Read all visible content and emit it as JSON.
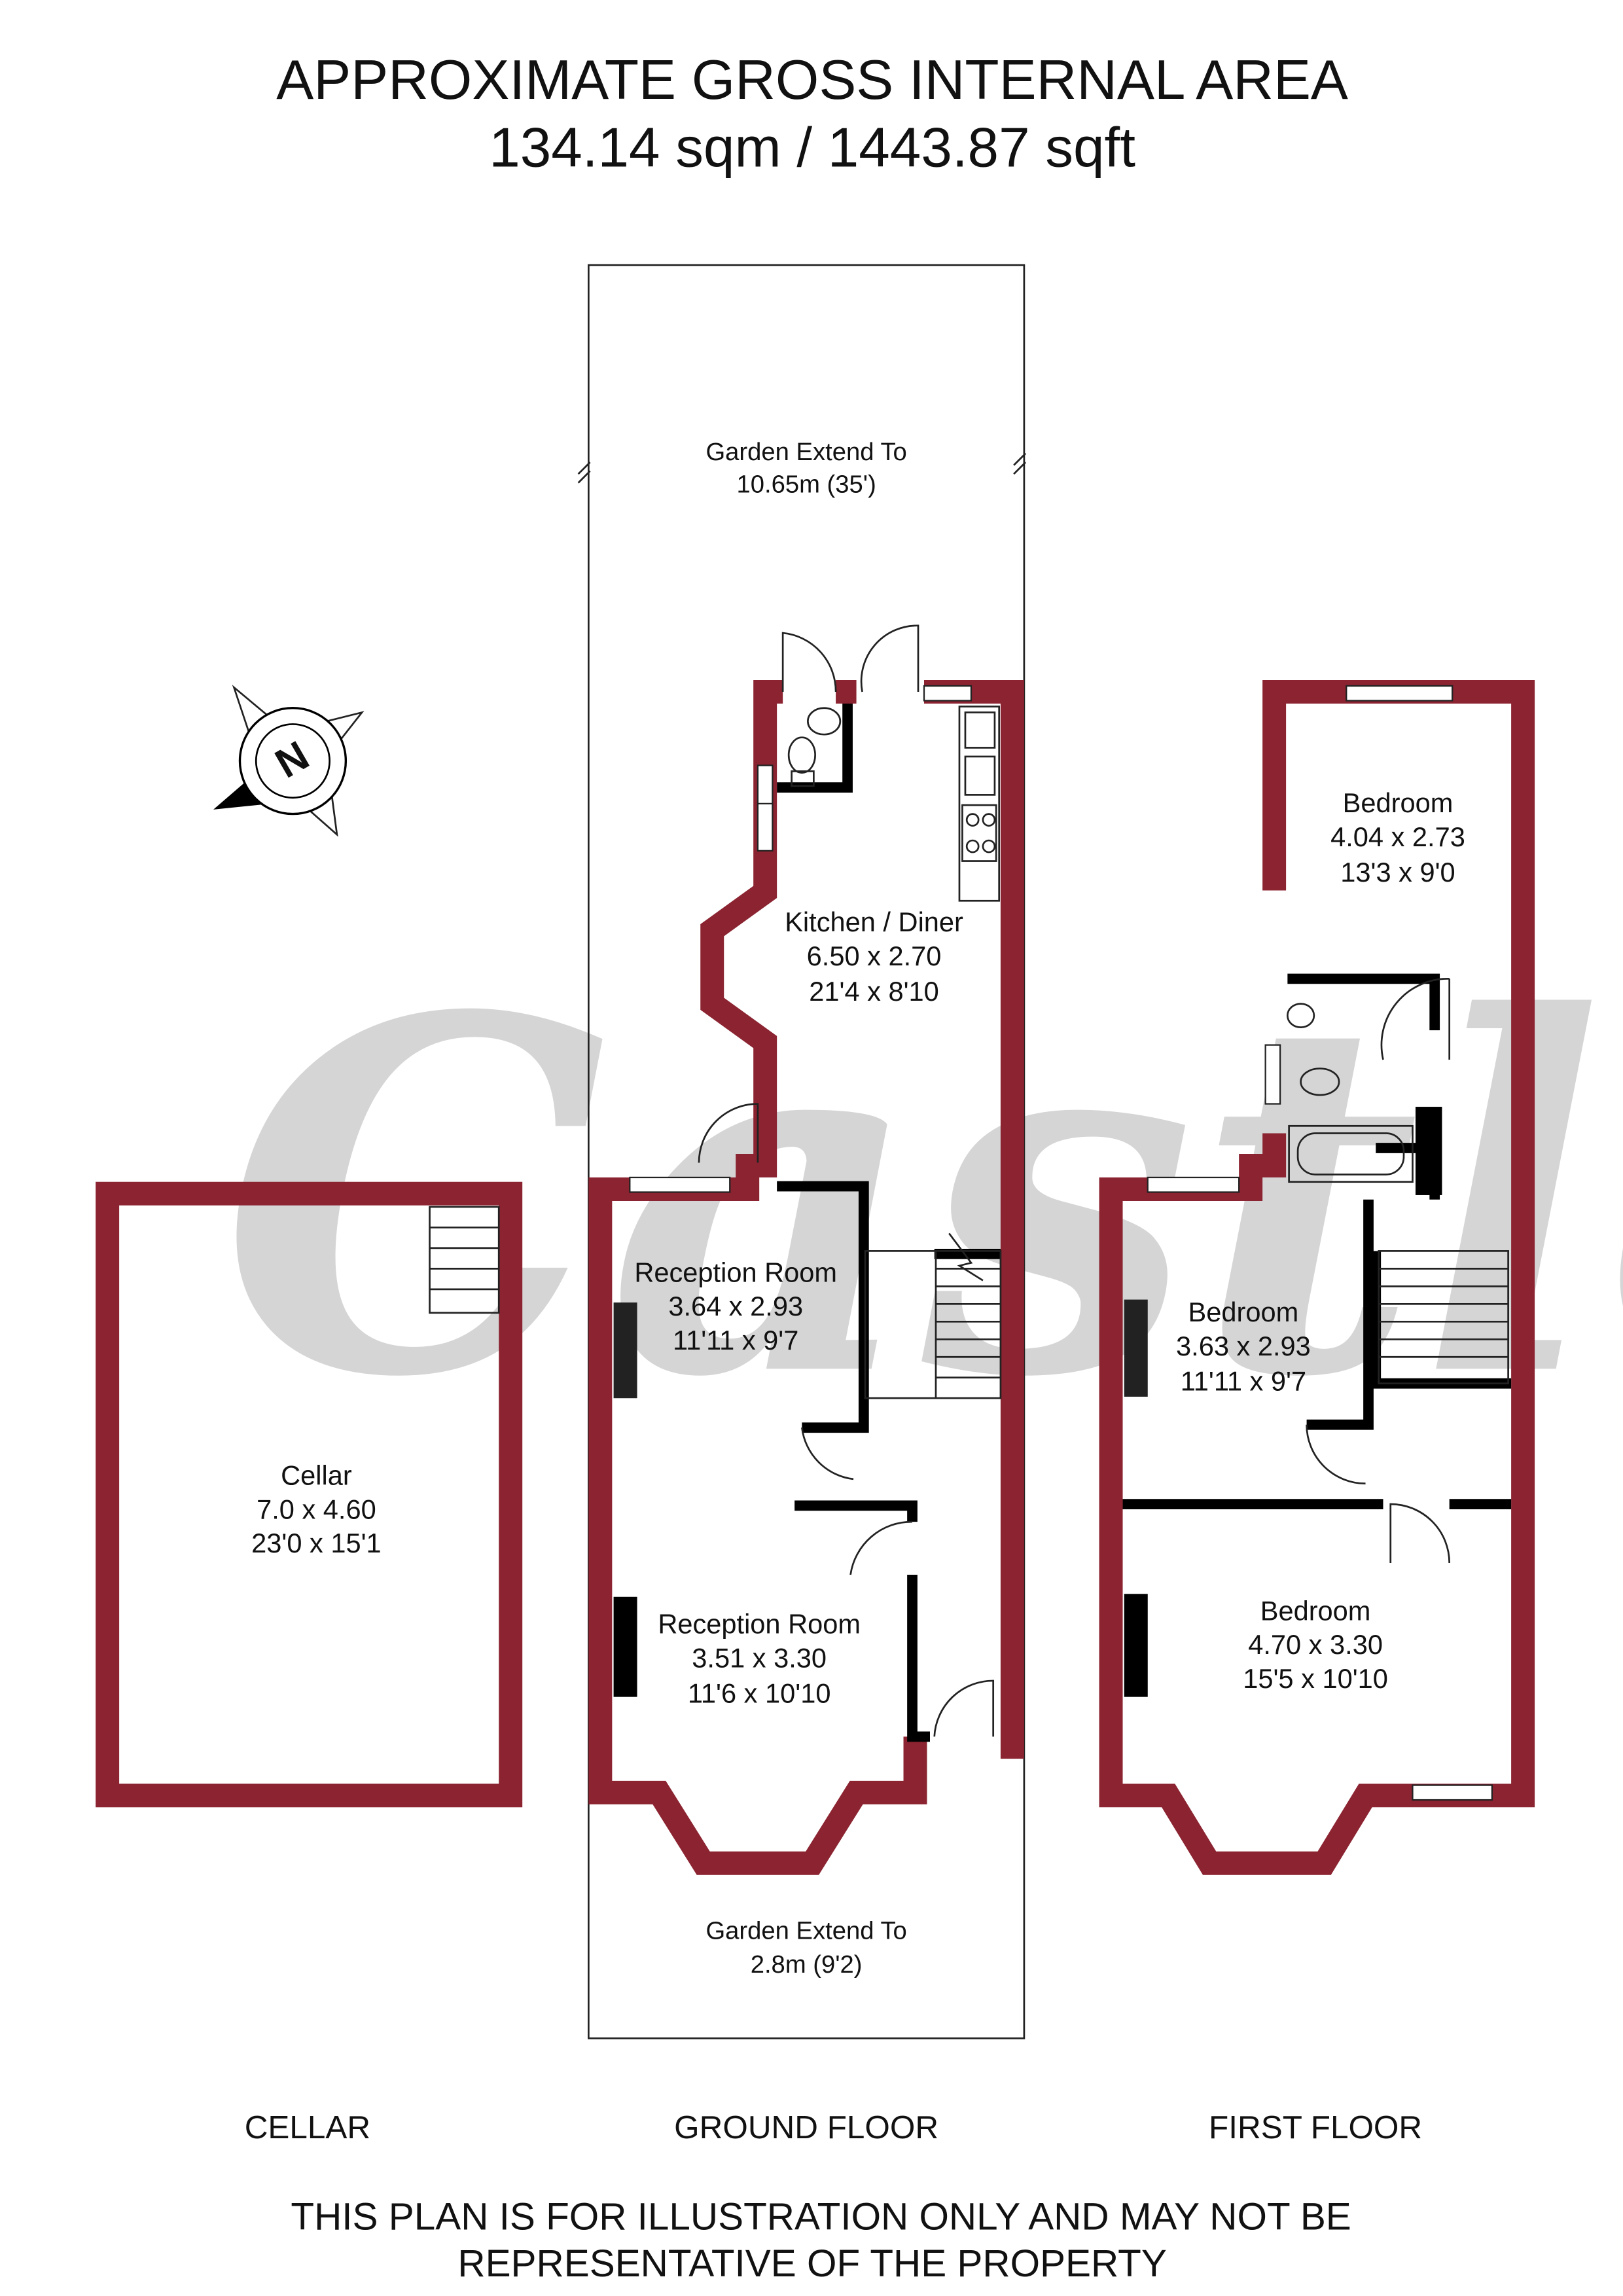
{
  "header": {
    "title": "APPROXIMATE GROSS INTERNAL AREA",
    "area": "134.14 sqm / 1443.87 sqft"
  },
  "watermark": "Castles",
  "compass": {
    "label": "N"
  },
  "colors": {
    "wall": "#8b2331",
    "internal_wall": "#000000",
    "watermark": "#c8c8c8"
  },
  "ground": {
    "garden_rear": {
      "label": "Garden Extend To",
      "size": "10.65m (35')"
    },
    "kitchen": {
      "name": "Kitchen / Diner",
      "metric": "6.50 x 2.70",
      "imperial": "21'4 x 8'10"
    },
    "reception1": {
      "name": "Reception Room",
      "metric": "3.64 x 2.93",
      "imperial": "11'11 x 9'7"
    },
    "reception2": {
      "name": "Reception Room",
      "metric": "3.51 x 3.30",
      "imperial": "11'6 x 10'10"
    },
    "garden_front": {
      "label": "Garden Extend To",
      "size": "2.8m (9'2)"
    }
  },
  "cellar": {
    "name": "Cellar",
    "metric": "7.0 x 4.60",
    "imperial": "23'0 x 15'1"
  },
  "first": {
    "bed1": {
      "name": "Bedroom",
      "metric": "4.04 x 2.73",
      "imperial": "13'3 x 9'0"
    },
    "bed2": {
      "name": "Bedroom",
      "metric": "3.63 x 2.93",
      "imperial": "11'11 x 9'7"
    },
    "bed3": {
      "name": "Bedroom",
      "metric": "4.70 x 3.30",
      "imperial": "15'5 x 10'10"
    }
  },
  "floor_labels": {
    "cellar": "CELLAR",
    "ground": "GROUND FLOOR",
    "first": "FIRST FLOOR"
  },
  "disclaimer": {
    "line1": "THIS PLAN IS FOR ILLUSTRATION ONLY AND MAY NOT BE",
    "line2": "REPRESENTATIVE OF THE PROPERTY"
  }
}
